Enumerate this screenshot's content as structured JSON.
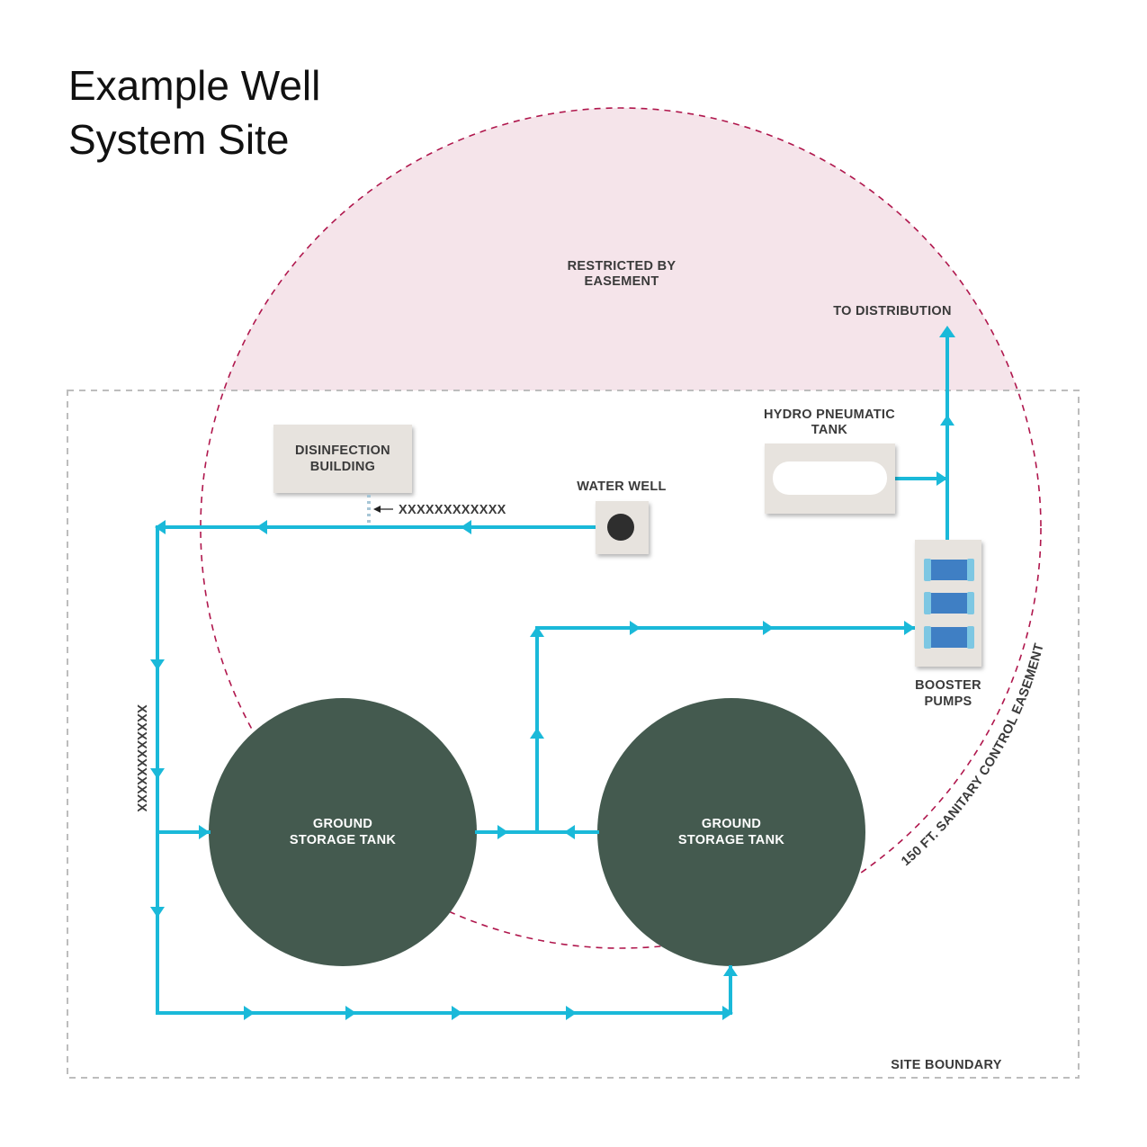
{
  "title": {
    "line1": "Example Well",
    "line2": "System Site"
  },
  "labels": {
    "restricted_line1": "RESTRICTED BY",
    "restricted_line2": "EASEMENT",
    "to_distribution": "TO DISTRIBUTION",
    "hydro_line1": "HYDRO PNEUMATIC",
    "hydro_line2": "TANK",
    "disinfection_line1": "DISINFECTION",
    "disinfection_line2": "BUILDING",
    "water_well": "WATER WELL",
    "feed_line_label": "XXXXXXXXXXXX",
    "vertical_line_label": "XXXXXXXXXXXX",
    "booster_line1": "BOOSTER",
    "booster_line2": "PUMPS",
    "easement_arc": "150 FT. SANITARY CONTROL EASEMENT",
    "site_boundary": "SITE BOUNDARY",
    "tank_left_line1": "GROUND",
    "tank_left_line2": "STORAGE TANK",
    "tank_right_line1": "GROUND",
    "tank_right_line2": "STORAGE TANK"
  },
  "colors": {
    "pipe": "#1ab9d9",
    "easement_fill": "#f5e4ea",
    "easement_stroke": "#b0174d",
    "site_boundary": "#bdbdbd",
    "tank": "#445a4f",
    "building": "#e7e3de",
    "pump": "#3f7fc4"
  }
}
